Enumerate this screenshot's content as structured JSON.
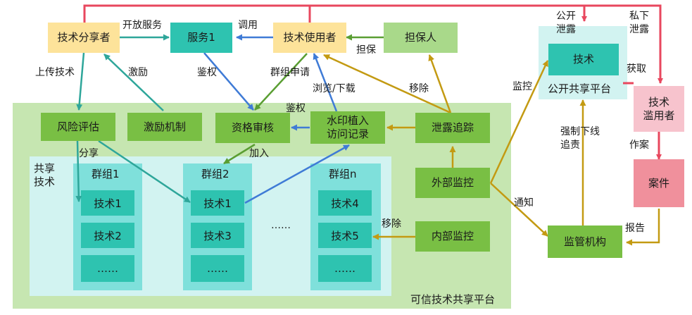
{
  "colors": {
    "red": "#e8475e",
    "blue": "#3f7bd6",
    "teal_arrow": "#2ea69a",
    "green_arrow": "#5a9e32",
    "gold_arrow": "#c39a12"
  },
  "nodes": {
    "tech_sharer": "技术分享者",
    "service1": "服务1",
    "tech_user": "技术使用者",
    "guarantor": "担保人",
    "risk_assessment": "风险评估",
    "incentive_mechanism": "激励机制",
    "qualification_review": "资格审核",
    "watermark_line1": "水印植入",
    "watermark_line2": "访问记录",
    "leak_tracking": "泄露追踪",
    "external_monitor": "外部监控",
    "internal_monitor": "内部监控",
    "public_tech": "技术",
    "public_platform": "公开共享平台",
    "abuser_line1": "技术",
    "abuser_line2": "滥用者",
    "case": "案件",
    "regulator": "监管机构"
  },
  "groups": {
    "shared_tech_line1": "共享",
    "shared_tech_line2": "技术",
    "group1": {
      "title": "群组1",
      "items": [
        "技术1",
        "技术2",
        "……"
      ]
    },
    "group2": {
      "title": "群组2",
      "items": [
        "技术1",
        "技术3",
        "……"
      ]
    },
    "groupn": {
      "title": "群组n",
      "items": [
        "技术4",
        "技术5",
        "……"
      ]
    },
    "between_dots": "……"
  },
  "platform_label": "可信技术共享平台",
  "edge_labels": {
    "open_service": "开放服务",
    "invoke": "调用",
    "public_leak_line1": "公开",
    "public_leak_line2": "泄露",
    "private_leak_line1": "私下",
    "private_leak_line2": "泄露",
    "guarantee": "担保",
    "upload_tech": "上传技术",
    "incentive": "激励",
    "authenticate_top": "鉴权",
    "group_apply": "群组申请",
    "browse_download": "浏览/下载",
    "remove_top": "移除",
    "monitor": "监控",
    "obtain": "获取",
    "authenticate_mid": "鉴权",
    "share": "分享",
    "join": "加入",
    "forced_offline_line1": "强制下线",
    "forced_offline_line2": "追责",
    "commit_crime": "作案",
    "notify": "通知",
    "remove_bottom": "移除",
    "report": "报告"
  }
}
